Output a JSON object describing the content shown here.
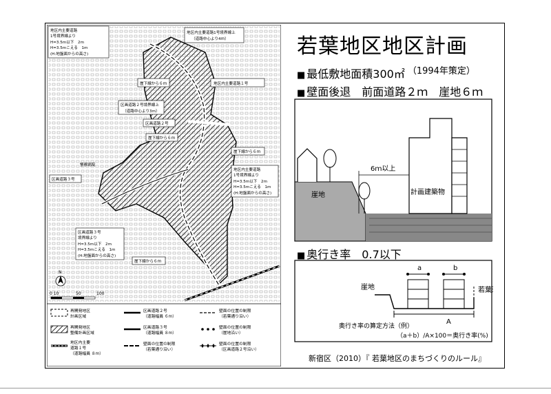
{
  "title": "若葉地区地区計画",
  "min_lot": {
    "text": "最低敷地面積300㎡",
    "note": "（1994年策定）"
  },
  "setback": {
    "text": "壁面後退　前面道路２ｍ　崖地６ｍ"
  },
  "depth": {
    "text": "奥行き率　0.7以下"
  },
  "bullet": "■",
  "source": "新宿区（2010）『 若葉地区のまちづくりのルール』",
  "diagram1": {
    "height_label": "6ｍ以上",
    "cliff": "崖地",
    "building": "計画建築物"
  },
  "diagram2": {
    "a": "a",
    "b": "b",
    "cliff": "崖地",
    "street": "若葉通り",
    "A": "A",
    "method": "奥行き率の算定方法（例）",
    "formula": "（a＋b）/A×100＝奥行き率(%)"
  },
  "map": {
    "callouts": [
      "地区内主要道路\n1号境界線より\nH=3.5m以下 2m\nH=3.5mこえる 1m\n(H:地盤面からの高さ)",
      "地区内主要道路1号境界線上\n（道路中心より4ｍ）",
      "地区内主要道路１号",
      "崖下線から６ｍ",
      "区画道路２号境界線上\n（道路中心より3m）",
      "区画道路２号",
      "崖下線から６ｍ",
      "崖下線から６ｍ",
      "地区内主要道路\n1号境界線より\nH=3.5m以下 2m\nH=3.5mこえる 1m\n(H:地盤面からの高さ)",
      "区画道路３号",
      "区画道路３号\n境界線より\nH=3.5m以下 2m\nH=3.5mこえる 1m\n(H:地盤面からの高さ)",
      "崖下線から６ｍ",
      "警察病院"
    ],
    "scale": [
      "0 10",
      "50",
      "100"
    ],
    "north": "N",
    "legend": [
      "再開発地区\n計画区域",
      "再開発地区\n整備計画区域",
      "地区内主要\n道路１号\n（道路幅員 ８m）",
      "区画道路２号\n（道路幅員 ６m）",
      "区画道路３号\n（道路幅員 ８m）",
      "壁面の位置の制限\n（若葉通り沿い）",
      "壁面の位置の制限\n（若葉通り沿い）",
      "壁面の位置の制限\n（崖地沿い）",
      "壁面の位置の制限\n（区画道路２号沿い）"
    ]
  }
}
